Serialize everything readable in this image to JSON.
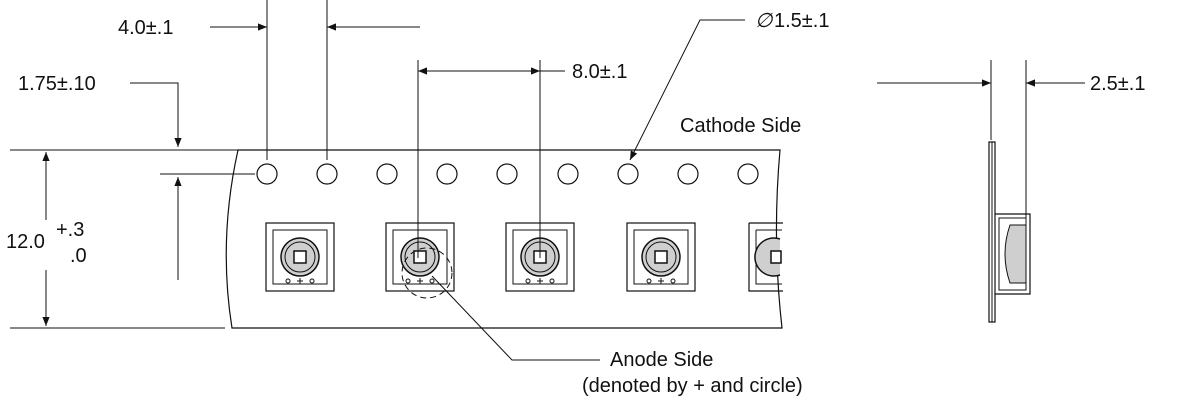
{
  "dimensions": {
    "sprocket_pitch": "4.0±.1",
    "hole_diameter": "1.5±.1",
    "hole_diameter_symbol": "∅",
    "pocket_pitch": "8.0±.1",
    "edge_to_hole": "1.75±.10",
    "tape_width_base": "12.0",
    "tape_width_tol_plus": "+.3",
    "tape_width_tol_minus": ".0",
    "tape_thickness": "2.5±.1"
  },
  "labels": {
    "cathode_side": "Cathode Side",
    "anode_side_line1": "Anode Side",
    "anode_side_line2": "(denoted by + and circle)"
  },
  "colors": {
    "ink": "#111111",
    "lens_fill": "#cfcfcf",
    "pad_fill": "#ffffff"
  }
}
